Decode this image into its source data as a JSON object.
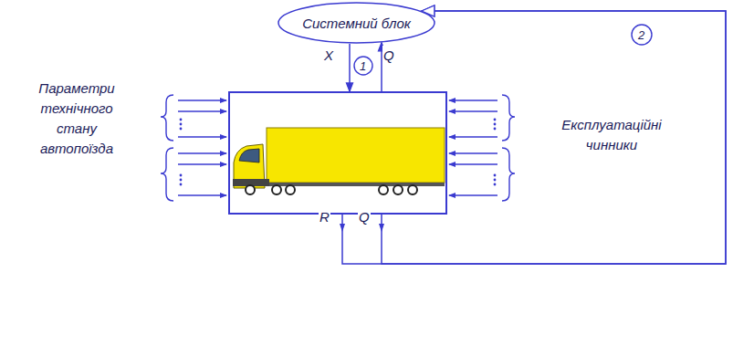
{
  "diagram": {
    "nodes": [
      {
        "text": [
          "Системний блок"
        ]
      },
      {
        "text": []
      }
    ],
    "edges": [
      {
        "from": 0,
        "to": 1,
        "arrow": "to",
        "label": "X"
      },
      {
        "from": 1,
        "to": 0,
        "arrow": "to",
        "label": "Q"
      },
      {
        "from": 1,
        "to": 0,
        "arrow": "to",
        "label": "R"
      },
      {
        "from": 1,
        "to": 0,
        "arrow": "to",
        "label": "Q"
      }
    ],
    "labels": [
      "Параметри технічного стану автопоїзда",
      "Експлуатаційні чинники",
      "1",
      "2"
    ]
  }
}
